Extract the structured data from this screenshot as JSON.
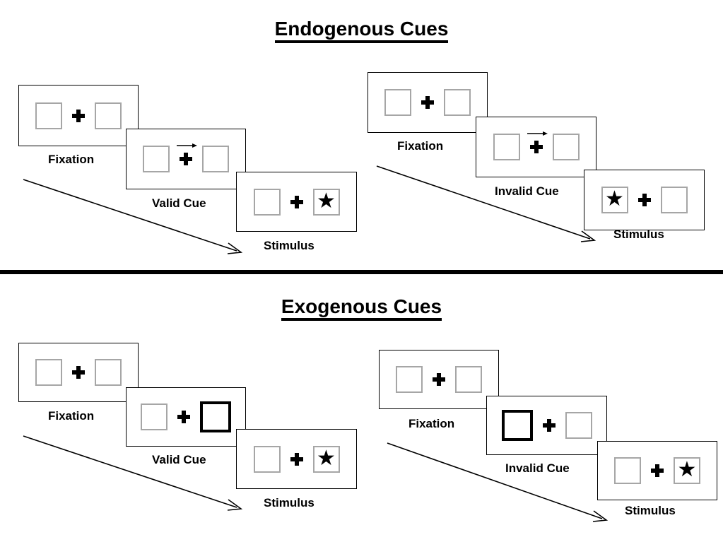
{
  "figure": {
    "sections": [
      {
        "id": "endogenous",
        "title": "Endogenous Cues",
        "groups": [
          {
            "id": "endogenous-valid",
            "cue_type": "arrow",
            "panels": [
              {
                "caption": "Fixation",
                "left_box": "empty",
                "right_box": "empty",
                "center": "cross"
              },
              {
                "caption": "Valid Cue",
                "left_box": "empty",
                "right_box": "empty",
                "center": "cross-with-right-arrow"
              },
              {
                "caption": "Stimulus",
                "left_box": "empty",
                "right_box": "star",
                "center": "cross"
              }
            ]
          },
          {
            "id": "endogenous-invalid",
            "cue_type": "arrow",
            "panels": [
              {
                "caption": "Fixation",
                "left_box": "empty",
                "right_box": "empty",
                "center": "cross"
              },
              {
                "caption": "Invalid Cue",
                "left_box": "empty",
                "right_box": "empty",
                "center": "cross-with-right-arrow"
              },
              {
                "caption": "Stimulus",
                "left_box": "star",
                "right_box": "empty",
                "center": "cross"
              }
            ]
          }
        ]
      },
      {
        "id": "exogenous",
        "title": "Exogenous Cues",
        "groups": [
          {
            "id": "exogenous-valid",
            "cue_type": "box-highlight",
            "panels": [
              {
                "caption": "Fixation",
                "left_box": "empty",
                "right_box": "empty",
                "center": "cross"
              },
              {
                "caption": "Valid Cue",
                "left_box": "empty",
                "right_box": "bold",
                "center": "cross"
              },
              {
                "caption": "Stimulus",
                "left_box": "empty",
                "right_box": "star",
                "center": "cross"
              }
            ]
          },
          {
            "id": "exogenous-invalid",
            "cue_type": "box-highlight",
            "panels": [
              {
                "caption": "Fixation",
                "left_box": "empty",
                "right_box": "empty",
                "center": "cross"
              },
              {
                "caption": "Invalid Cue",
                "left_box": "bold",
                "right_box": "empty",
                "center": "cross"
              },
              {
                "caption": "Stimulus",
                "left_box": "empty",
                "right_box": "star",
                "center": "cross"
              }
            ]
          }
        ]
      }
    ],
    "glyphs": {
      "star": "★",
      "cross": "fixation-cross",
      "cue_arrow": "right-arrow",
      "time_arrow": "diagonal-time-arrow"
    },
    "colors": {
      "foreground": "#000000",
      "background": "#ffffff",
      "box_border": "#a6a6a6",
      "bold_box_border": "#000000",
      "divider": "#000000"
    }
  }
}
